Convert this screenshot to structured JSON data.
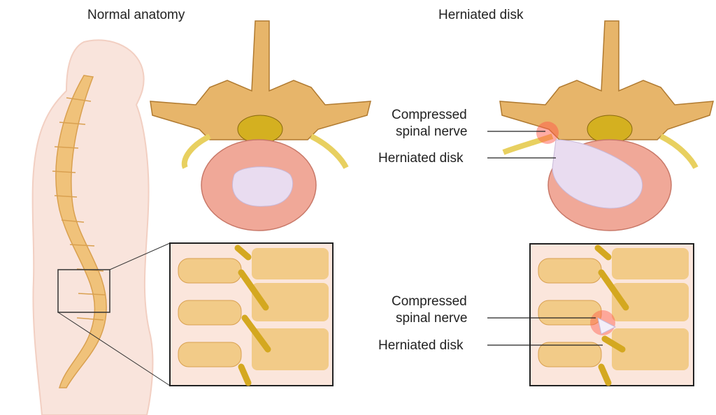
{
  "titles": {
    "normal": "Normal anatomy",
    "herniated": "Herniated disk"
  },
  "labels": {
    "top_compressed_line1": "Compressed",
    "top_compressed_line2": "spinal nerve",
    "top_herniated": "Herniated disk",
    "bottom_compressed_line1": "Compressed",
    "bottom_compressed_line2": "spinal nerve",
    "bottom_herniated": "Herniated disk"
  },
  "colors": {
    "body": "#f9e4dc",
    "bone": "#f0c27a",
    "disk": "#f0a898",
    "nucleus": "#e9dcf0",
    "nerve": "#e8c23a",
    "inflamed": "#ff5a4a"
  }
}
